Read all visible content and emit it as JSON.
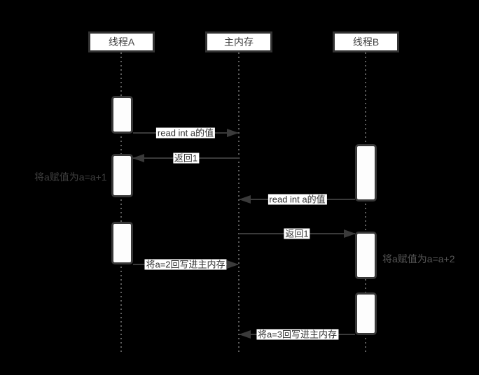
{
  "diagram": {
    "title": "java-memory-model-sequence-diagram",
    "actors": [
      {
        "id": "thread-a",
        "label": "线程A"
      },
      {
        "id": "main-memory",
        "label": "主内存"
      },
      {
        "id": "thread-b",
        "label": "线程B"
      }
    ],
    "messages": [
      {
        "from": "thread-a",
        "to": "main-memory",
        "label": "read int a的值"
      },
      {
        "from": "main-memory",
        "to": "thread-a",
        "label": "返回1"
      },
      {
        "from": "thread-b",
        "to": "main-memory",
        "label": "read int a的值"
      },
      {
        "from": "main-memory",
        "to": "thread-b",
        "label": "返回1"
      },
      {
        "from": "thread-a",
        "to": "main-memory",
        "label": "将a=2回写进主内存"
      },
      {
        "from": "thread-b",
        "to": "main-memory",
        "label": "将a=3回写进主内存"
      }
    ],
    "annotations": [
      {
        "side": "thread-a",
        "label": "将a赋值为a=a+1"
      },
      {
        "side": "thread-b",
        "label": "将a赋值为a=a+2"
      }
    ],
    "colors": {
      "background": "#000000",
      "box_fill": "#ffffff",
      "box_border": "#333333",
      "line": "#3a3a3a",
      "label_text": "#333333",
      "annotation_text": "#4a4a4a",
      "lifeline": "#5c5c5c"
    }
  }
}
